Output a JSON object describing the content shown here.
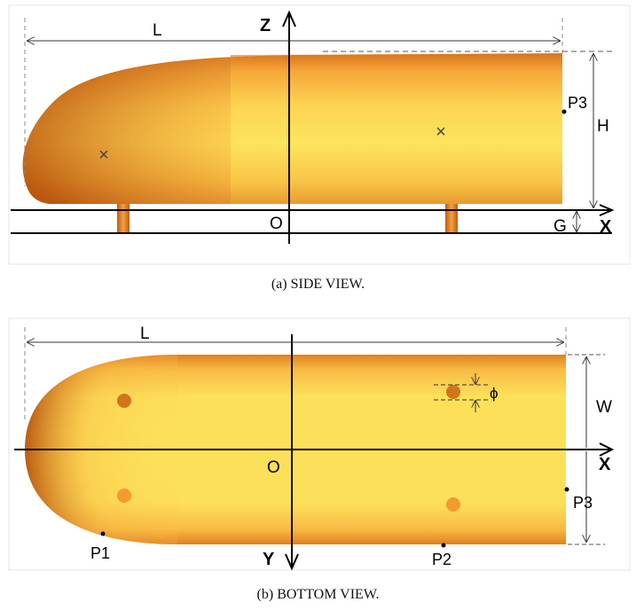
{
  "side_view": {
    "caption": "(a)  SIDE VIEW.",
    "dim_length": "L",
    "dim_height": "H",
    "dim_gap": "G",
    "axis_z": "Z",
    "axis_x": "X",
    "origin": "O",
    "point_p3": "P3",
    "marker": "×"
  },
  "bottom_view": {
    "caption": "(b)  BOTTOM VIEW.",
    "dim_length": "L",
    "dim_width": "W",
    "dim_diameter": "ϕ",
    "axis_x": "X",
    "axis_y": "Y",
    "origin": "O",
    "point_p1": "P1",
    "point_p2": "P2",
    "point_p3": "P3"
  },
  "colors": {
    "body_light": "#fde35a",
    "body_mid": "#f7a93a",
    "body_dark": "#c25b10",
    "support": "#e07a18",
    "line": "#000000",
    "dash": "#777777"
  }
}
